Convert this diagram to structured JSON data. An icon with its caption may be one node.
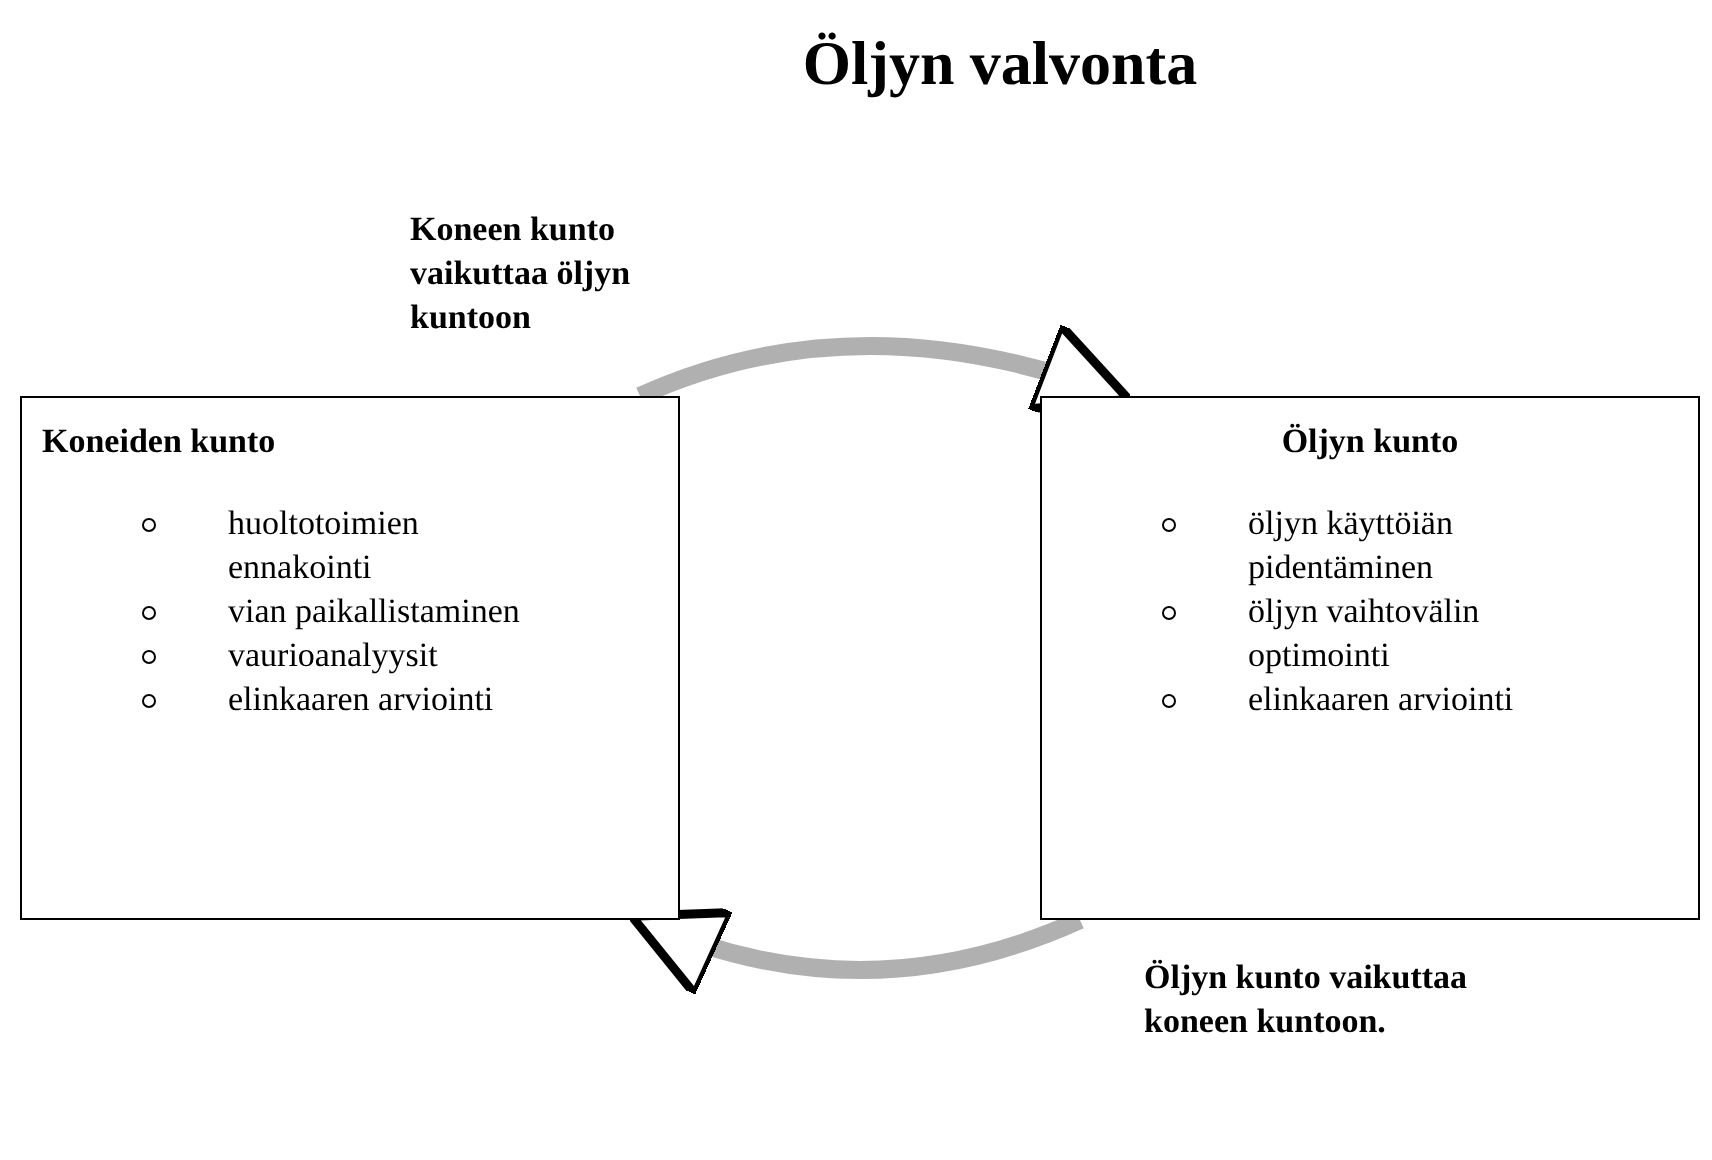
{
  "diagram": {
    "title": "Öljyn valvonta",
    "nodes": [
      {
        "text": [
          "Koneiden kunto",
          "huoltotoimien ennakointi",
          "vian paikallistaminen",
          "vaurioanalyysit",
          "elinkaaren arviointi"
        ]
      },
      {
        "text": [
          "Öljyn kunto",
          "öljyn käyttöiän pidentäminen",
          "öljyn vaihtovälin optimointi",
          "elinkaaren arviointi"
        ]
      }
    ],
    "edges": [
      {
        "from": 0,
        "to": 1,
        "arrow": "to",
        "label": "Koneen kunto vaikuttaa öljyn kuntoon"
      },
      {
        "from": 1,
        "to": 0,
        "arrow": "to",
        "label": "Öljyn kunto vaikuttaa koneen kuntoon."
      }
    ]
  }
}
